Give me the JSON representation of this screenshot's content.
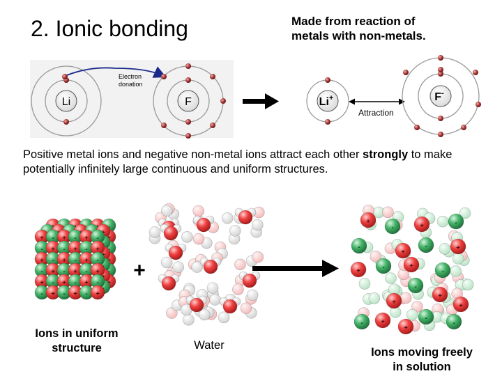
{
  "title": "2. Ionic bonding",
  "subtitle": {
    "line1": "Made from reaction of",
    "line2": "metals with non-metals."
  },
  "diagram": {
    "electron_donation_line1": "Electron",
    "electron_donation_line2": "donation",
    "li_label": "Li",
    "f_label": "F",
    "li_ion_label": "Li",
    "li_ion_charge": "+",
    "f_ion_label": "F",
    "f_ion_charge": "-",
    "attraction_label": "Attraction"
  },
  "paragraph": {
    "part1": "Positive metal ions and negative non-metal ions attract each other ",
    "bold": "strongly",
    "part2": " to make potentially infinitely large continuous and uniform structures."
  },
  "plus_sign": "+",
  "captions": {
    "ions_line1": "Ions in uniform",
    "ions_line2": "structure",
    "water": "Water",
    "moving_line1": "Ions moving freely",
    "moving_line2": "in solution"
  },
  "ion_symbols": {
    "positive": "+",
    "negative": "-"
  },
  "colors": {
    "electron": "#a03030",
    "orbit": "#9a9a9a",
    "positive_ion": "#e83a3a",
    "negative_ion": "#3aa860",
    "diagram_bg": "#f2f2f2"
  }
}
